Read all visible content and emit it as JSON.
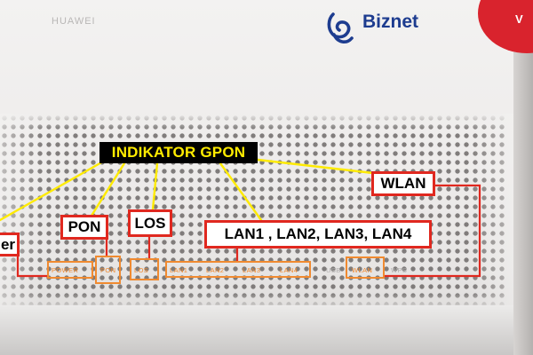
{
  "device": {
    "brand": "HUAWEI",
    "isp_logo": "Biznet",
    "corner_badge": "V",
    "logo_icon": "biznet-swirl-icon"
  },
  "annotation": {
    "title": "INDIKATOR GPON",
    "callouts": {
      "power": "er",
      "pon": "PON",
      "los": "LOS",
      "lan": "LAN1 , LAN2, LAN3, LAN4",
      "wlan": "WLAN"
    }
  },
  "panel_labels": {
    "power": "POWER",
    "pon": "PON",
    "los": "LOS",
    "lan1": "LAN1",
    "lan2": "LAN2",
    "lan3": "LAN3",
    "lan4": "LAN4",
    "usb": "USB",
    "wlan": "WLAN",
    "wps": "WPS"
  },
  "colors": {
    "title_bg": "#000000",
    "title_text": "#ffeb00",
    "connector_line": "#ffeb00",
    "callout_border": "#e0281f",
    "led_box_border": "#f08a30",
    "logo_blue": "#1d3c8f"
  }
}
